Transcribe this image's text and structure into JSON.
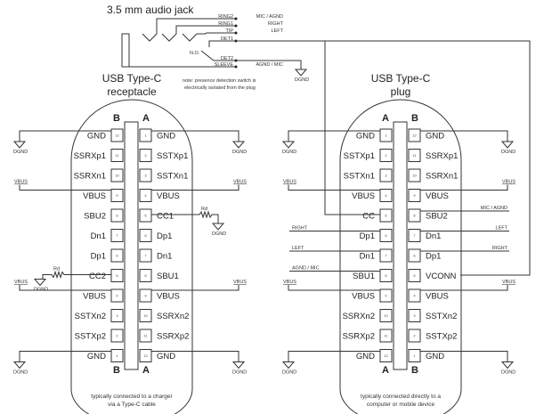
{
  "jack": {
    "title": "3.5 mm audio jack",
    "contacts": [
      {
        "name": "RING2",
        "signal": "MIC / AGND"
      },
      {
        "name": "RING1",
        "signal": "RIGHT"
      },
      {
        "name": "TIP",
        "signal": "LEFT"
      },
      {
        "name": "DET1",
        "signal": ""
      },
      {
        "name": "DET2",
        "signal": ""
      },
      {
        "name": "SLEEVE",
        "signal": "AGND / MIC"
      }
    ],
    "switch_label": "N.O.",
    "ground": "DGND",
    "note_line1": "note:  presence detection switch is",
    "note_line2": "electrically isolated from the plug"
  },
  "receptacle": {
    "title1": "USB Type-C",
    "title2": "receptacle",
    "left_col": "B",
    "right_col": "A",
    "left_pins": [
      {
        "num": "12",
        "label": "GND"
      },
      {
        "num": "11",
        "label": "SSRXp1"
      },
      {
        "num": "10",
        "label": "SSRXn1"
      },
      {
        "num": "9",
        "label": "VBUS"
      },
      {
        "num": "8",
        "label": "SBU2"
      },
      {
        "num": "7",
        "label": "Dn1"
      },
      {
        "num": "6",
        "label": "Dp1"
      },
      {
        "num": "5",
        "label": "CC2"
      },
      {
        "num": "4",
        "label": "VBUS"
      },
      {
        "num": "3",
        "label": "SSTXn2"
      },
      {
        "num": "2",
        "label": "SSTXp2"
      },
      {
        "num": "1",
        "label": "GND"
      }
    ],
    "right_pins": [
      {
        "num": "1",
        "label": "GND"
      },
      {
        "num": "2",
        "label": "SSTXp1"
      },
      {
        "num": "3",
        "label": "SSTXn1"
      },
      {
        "num": "4",
        "label": "VBUS"
      },
      {
        "num": "5",
        "label": "CC1"
      },
      {
        "num": "6",
        "label": "Dp1"
      },
      {
        "num": "7",
        "label": "Dn1"
      },
      {
        "num": "8",
        "label": "SBU1"
      },
      {
        "num": "9",
        "label": "VBUS"
      },
      {
        "num": "10",
        "label": "SSRXn2"
      },
      {
        "num": "11",
        "label": "SSRXp2"
      },
      {
        "num": "12",
        "label": "GND"
      }
    ],
    "resistor": "Rd",
    "vbus": "VBUS",
    "ground": "DGND",
    "caption1": "typically connected to a charger",
    "caption2": "via a Type-C cable"
  },
  "plug": {
    "title1": "USB Type-C",
    "title2": "plug",
    "left_col": "A",
    "right_col": "B",
    "left_pins": [
      {
        "num": "1",
        "label": "GND"
      },
      {
        "num": "2",
        "label": "SSTXp1"
      },
      {
        "num": "3",
        "label": "SSTXn1"
      },
      {
        "num": "4",
        "label": "VBUS"
      },
      {
        "num": "5",
        "label": "CC"
      },
      {
        "num": "6",
        "label": "Dp1"
      },
      {
        "num": "7",
        "label": "Dn1"
      },
      {
        "num": "8",
        "label": "SBU1"
      },
      {
        "num": "9",
        "label": "VBUS"
      },
      {
        "num": "10",
        "label": "SSRXn2"
      },
      {
        "num": "11",
        "label": "SSRXp2"
      },
      {
        "num": "12",
        "label": "GND"
      }
    ],
    "right_pins": [
      {
        "num": "12",
        "label": "GND"
      },
      {
        "num": "11",
        "label": "SSRXp1"
      },
      {
        "num": "10",
        "label": "SSRXn1"
      },
      {
        "num": "9",
        "label": "VBUS"
      },
      {
        "num": "8",
        "label": "SBU2"
      },
      {
        "num": "7",
        "label": "Dn1"
      },
      {
        "num": "6",
        "label": "Dp1"
      },
      {
        "num": "5",
        "label": "VCONN"
      },
      {
        "num": "4",
        "label": "VBUS"
      },
      {
        "num": "3",
        "label": "SSTXn2"
      },
      {
        "num": "2",
        "label": "SSTXp2"
      },
      {
        "num": "1",
        "label": "GND"
      }
    ],
    "wire_labels": {
      "right_dp1": "RIGHT",
      "left_dn1": "LEFT",
      "agnd_sbu1": "AGND / MIC",
      "mic_sbu2": "MIC / AGND",
      "left_r": "LEFT",
      "right_r": "RIGHT"
    },
    "vbus": "VBUS",
    "ground": "DGND",
    "caption1": "typically connected directly to a",
    "caption2": "computer or mobile device"
  }
}
